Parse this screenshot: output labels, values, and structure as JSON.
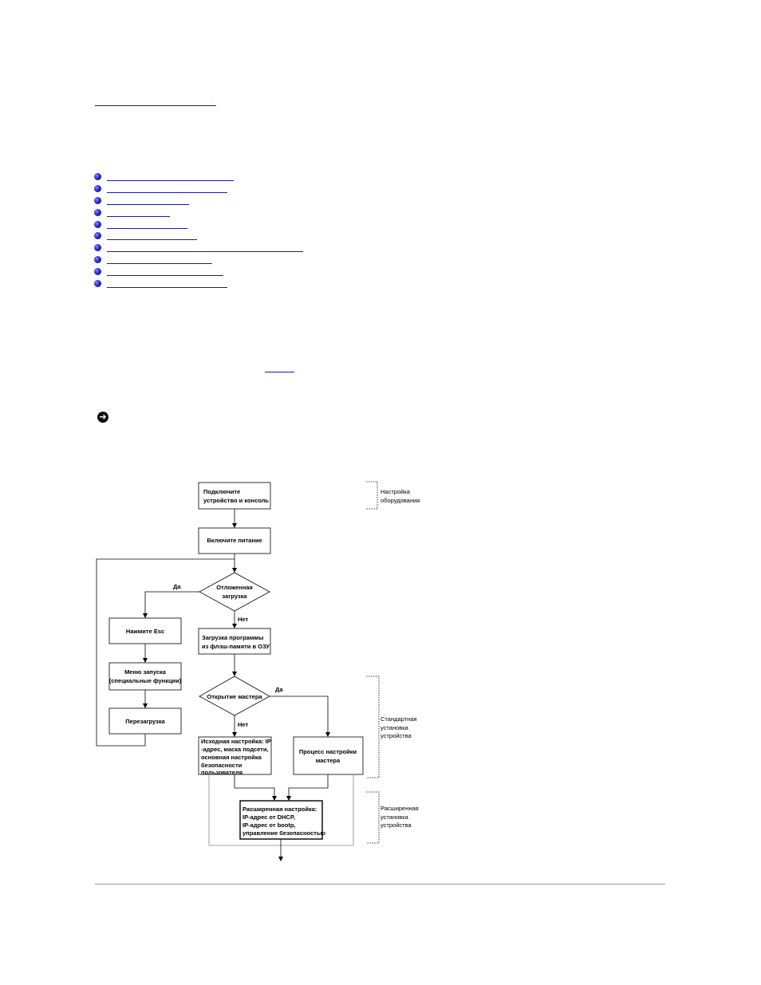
{
  "flowchart": {
    "connect": [
      "Подключите",
      "устройство и консоль"
    ],
    "power_on": "Включите питание",
    "delayed_boot": [
      "Отложенная",
      "загрузка"
    ],
    "yes1": "Да",
    "no1": "Нет",
    "press_esc": "Нажмите Esc",
    "boot_menu": [
      "Меню запуска",
      "(специальные функции)"
    ],
    "reboot": "Перезагрузка",
    "load_program": [
      "Загрузка программы",
      "из флэш-памяти в ОЗУ"
    ],
    "open_wizard": "Открытие мастера",
    "yes2": "Да",
    "no2": "Нет",
    "initial_setup": [
      "Исходная настройка: IP",
      "-адрес, маска подсети,",
      "основная настройка",
      "безопасности",
      "пользователя"
    ],
    "wizard_process": [
      "Процесс настройки",
      "мастера"
    ],
    "advanced_setup": [
      "Расширенная настройка:",
      "IP-адрес от DHCP,",
      "IP-адрес от bootp,",
      "управление безопасностью"
    ],
    "label_hardware": [
      "Настройка",
      "оборудования"
    ],
    "label_standard": [
      "Стандартная",
      "установка",
      "устройства"
    ],
    "label_advanced": [
      "Расширенная",
      "установка",
      "устройства"
    ]
  }
}
